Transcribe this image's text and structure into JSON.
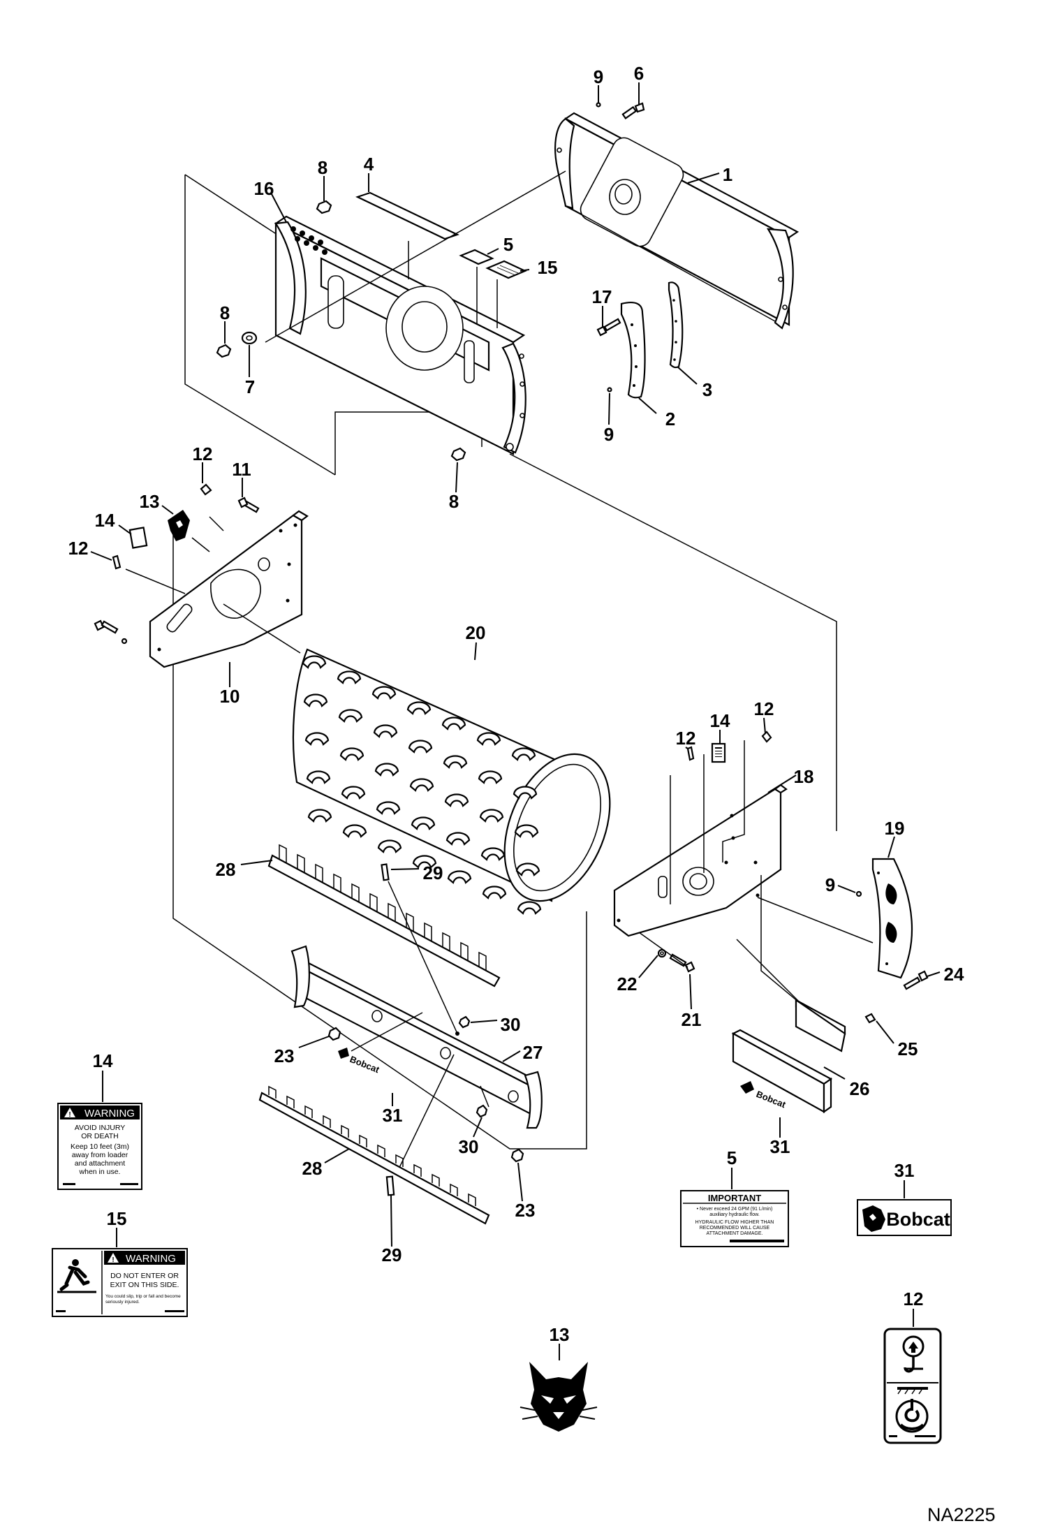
{
  "drawing_id": "NA2225",
  "callouts": [
    {
      "n": "9"
    },
    {
      "n": "6"
    },
    {
      "n": "1"
    },
    {
      "n": "8"
    },
    {
      "n": "4"
    },
    {
      "n": "16"
    },
    {
      "n": "5"
    },
    {
      "n": "15"
    },
    {
      "n": "17"
    },
    {
      "n": "8"
    },
    {
      "n": "7"
    },
    {
      "n": "3"
    },
    {
      "n": "2"
    },
    {
      "n": "9"
    },
    {
      "n": "8"
    },
    {
      "n": "12"
    },
    {
      "n": "11"
    },
    {
      "n": "13"
    },
    {
      "n": "14"
    },
    {
      "n": "12"
    },
    {
      "n": "10"
    },
    {
      "n": "20"
    },
    {
      "n": "14"
    },
    {
      "n": "12"
    },
    {
      "n": "12"
    },
    {
      "n": "18"
    },
    {
      "n": "19"
    },
    {
      "n": "9"
    },
    {
      "n": "28"
    },
    {
      "n": "29"
    },
    {
      "n": "22"
    },
    {
      "n": "21"
    },
    {
      "n": "24"
    },
    {
      "n": "30"
    },
    {
      "n": "25"
    },
    {
      "n": "23"
    },
    {
      "n": "27"
    },
    {
      "n": "26"
    },
    {
      "n": "31"
    },
    {
      "n": "30"
    },
    {
      "n": "31"
    },
    {
      "n": "28"
    },
    {
      "n": "23"
    },
    {
      "n": "29"
    },
    {
      "n": "14"
    },
    {
      "n": "5"
    },
    {
      "n": "31"
    },
    {
      "n": "15"
    },
    {
      "n": "13"
    },
    {
      "n": "12"
    }
  ],
  "decals": {
    "warning_14": {
      "header": "WARNING",
      "line1": "AVOID INJURY",
      "line2": "OR DEATH",
      "line3": "Keep 10 feet (3m)",
      "line4": "away from loader",
      "line5": "and attachment",
      "line6": "when in use."
    },
    "warning_15": {
      "header": "WARNING",
      "line1": "DO NOT ENTER OR",
      "line2": "EXIT ON THIS SIDE.",
      "line3": "You could slip, trip or fall and become",
      "line4": "seriously injured."
    },
    "important_5": {
      "header": "IMPORTANT",
      "line1": "• Never exceed 24 GPM (91 L/min)",
      "line2": "auxiliary hydraulic flow.",
      "line3": "HYDRAULIC FLOW HIGHER THAN",
      "line4": "RECOMMENDED WILL CAUSE",
      "line5": "ATTACHMENT DAMAGE."
    },
    "bobcat_31": {
      "brand": "Bobcat"
    }
  },
  "colors": {
    "ink": "#000000",
    "paper": "#ffffff"
  }
}
